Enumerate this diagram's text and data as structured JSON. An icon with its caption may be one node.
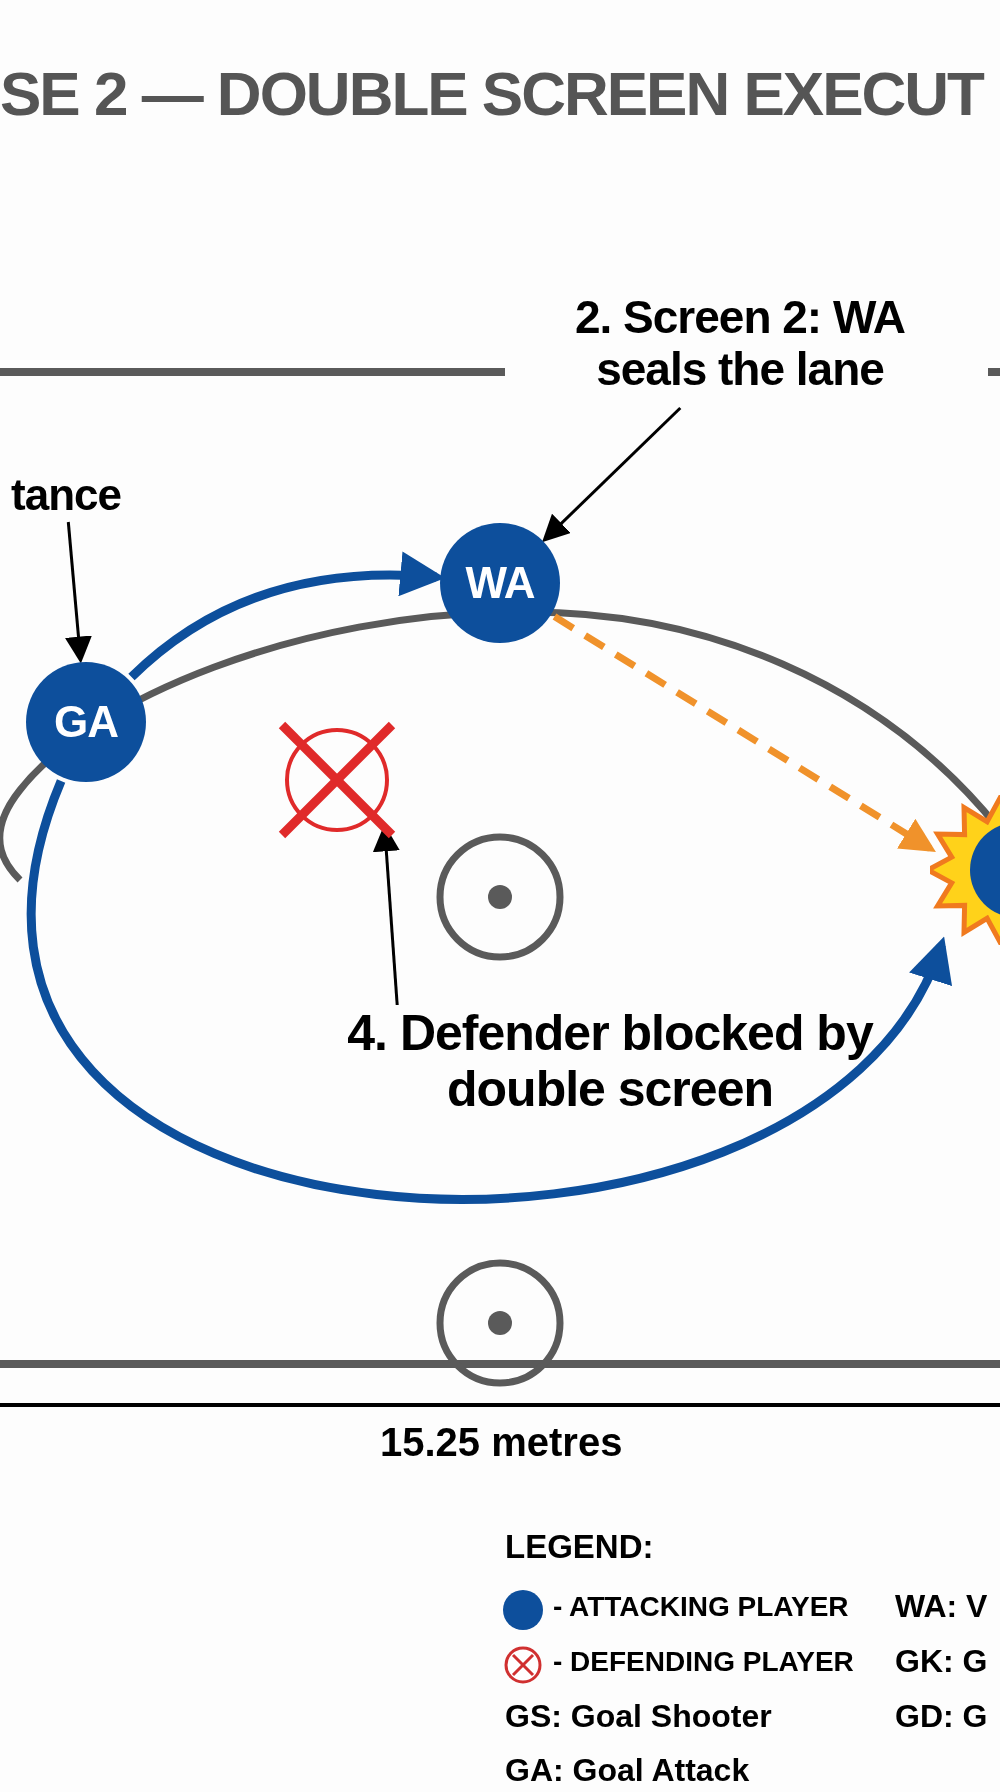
{
  "diagram": {
    "title": "SE 2 — DOUBLE SCREEN EXECUT",
    "nodes": [
      {
        "text": [
          "tance"
        ]
      },
      {
        "text": [
          "2. Screen 2: WA seals the lane"
        ]
      },
      {
        "text": [
          "GA"
        ]
      },
      {
        "text": [
          "WA"
        ]
      },
      {
        "text": [],
        "shape": "circle"
      },
      {
        "text": [],
        "shape": "circle"
      },
      {
        "text": [
          "4. Defender blocked by double screen"
        ]
      }
    ],
    "edges": [
      {
        "from": 0,
        "to": 2,
        "arrow": "to"
      },
      {
        "from": 1,
        "to": 3,
        "arrow": "to"
      },
      {
        "from": 6,
        "to": 4,
        "arrow": "to"
      },
      {
        "from": 2,
        "to": 3,
        "arrow": "to",
        "style": "thick",
        "color": "#0d4f9c"
      },
      {
        "from": 3,
        "to": 5,
        "arrow": "to",
        "style": "dashed",
        "color": "#f0922b"
      },
      {
        "from": 2,
        "to": 5,
        "arrow": "to",
        "style": "thick",
        "color": "#0d4f9c"
      }
    ],
    "labels": [
      "15.25 metres",
      "LEGEND:",
      "WA: V",
      "GK: G",
      "GS: Goal Shooter",
      "GD: G",
      "GA: Goal Attack"
    ],
    "legend": [
      {
        "text": "- ATTACKING PLAYER",
        "color": "#0d4f9c"
      },
      {
        "text": "- DEFENDING PLAYER"
      }
    ]
  }
}
